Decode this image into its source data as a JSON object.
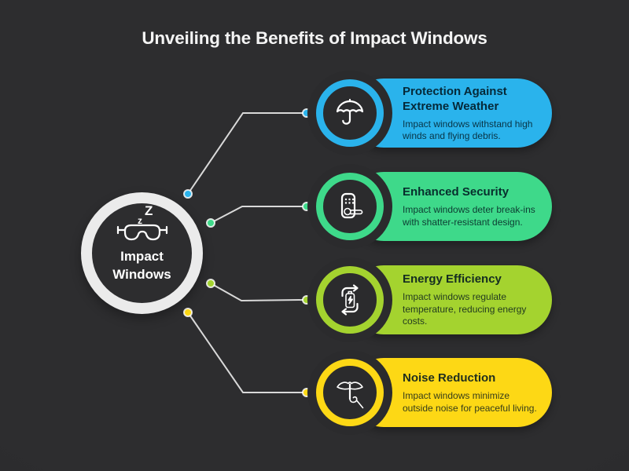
{
  "title": "Unveiling the Benefits of Impact Windows",
  "center": {
    "label": "Impact Windows",
    "icon": "sleep-mask-icon",
    "ring_color": "#ebebeb"
  },
  "colors": {
    "background": "#2b2b2d",
    "connector_line": "#d9d9d9",
    "title_text": "#f4f4f4"
  },
  "cards": [
    {
      "title": "Protection Against Extreme Weather",
      "body": "Impact windows withstand high winds and flying debris.",
      "accent_color": "#2ab3ec",
      "icon": "umbrella-icon"
    },
    {
      "title": "Enhanced Security",
      "body": "Impact windows deter break-ins with shatter-resistant design.",
      "accent_color": "#3ed98a",
      "icon": "smart-lock-icon"
    },
    {
      "title": "Energy Efficiency",
      "body": "Impact windows regulate temperature, reducing energy costs.",
      "accent_color": "#a4d32f",
      "icon": "energy-cycle-icon"
    },
    {
      "title": "Noise Reduction",
      "body": "Impact windows minimize outside noise for peaceful living.",
      "accent_color": "#fdd815",
      "icon": "shush-icon"
    }
  ]
}
